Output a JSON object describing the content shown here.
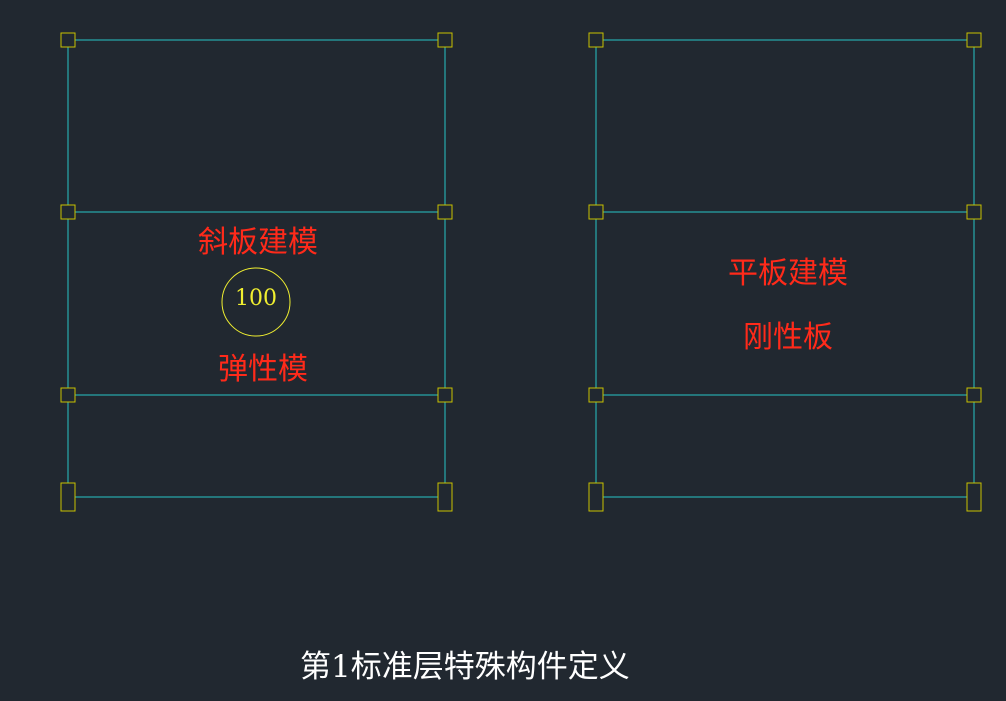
{
  "colors": {
    "background": "#212830",
    "beam_line": "#27c4c6",
    "node_marker": "#c9c200",
    "annotation_text": "#ff2a1a",
    "circle_marker": "#f0ef30",
    "title_text": "#ffffff"
  },
  "left_panel": {
    "label_slope": "斜板建模",
    "marker_value": "100",
    "label_elastic": "弹性模"
  },
  "right_panel": {
    "label_flat": "平板建模",
    "label_rigid": "刚性板"
  },
  "title": "第1标准层特殊构件定义"
}
